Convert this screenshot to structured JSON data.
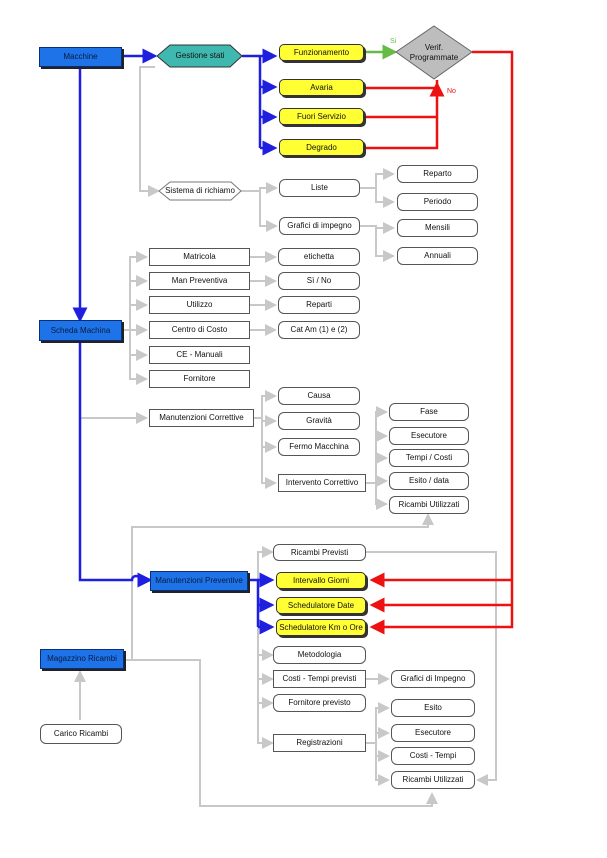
{
  "nodes": {
    "macchine": "Macchine",
    "gestione_stati": "Gestione stati",
    "funzionamento": "Funzionamento",
    "avaria": "Avaria",
    "fuori_servizio": "Fuori Servizio",
    "degrado": "Degrado",
    "verif_programmate_line1": "Verif.",
    "verif_programmate_line2": "Programmate",
    "si_label": "Si",
    "no_label": "No",
    "sistema_richiamo": "Sistema di richiamo",
    "liste": "Liste",
    "reparto": "Reparto",
    "periodo": "Periodo",
    "grafici_impegno_top": "Grafici di impegno",
    "mensili": "Mensili",
    "annuali": "Annuali",
    "scheda_machina": "Scheda Machina",
    "matricola": "Matricola",
    "etichetta": "etichetta",
    "man_preventiva": "Man Preventiva",
    "si_no": "Sì / No",
    "utilizzo": "Utilizzo",
    "reparti": "Reparti",
    "centro_costo": "Centro di Costo",
    "cat_am": "Cat Am (1) e (2)",
    "ce_manuali": "CE - Manuali",
    "fornitore": "Fornitore",
    "manutenzioni_correttive": "Manutenzioni Correttive",
    "causa": "Causa",
    "gravita": "Gravità",
    "fermo_macchina": "Fermo Macchina",
    "intervento_correttivo": "Intervento Correttivo",
    "fase": "Fase",
    "esecutore_top": "Esecutore",
    "tempi_costi": "Tempi / Costi",
    "esito_data": "Esito / data",
    "ricambi_utilizzati_top": "Ricambi Utilizzati",
    "manutenzioni_preventive": "Manutenzioni Preventive",
    "ricambi_previsti": "Ricambi Previsti",
    "intervallo_giorni": "Intervallo Giorni",
    "schedulatore_date": "Schedulatore Date",
    "schedulatore_km_ore": "Schedulatore Km o Ore",
    "metodologia": "Metodologia",
    "costi_tempi_previsti": "Costi - Tempi previsti",
    "grafici_impegno_bottom": "Grafici di Impegno",
    "fornitore_previsto": "Fornitore previsto",
    "registrazioni": "Registrazioni",
    "esito": "Esito",
    "esecutore_bottom": "Esecutore",
    "costi_tempi": "Costi - Tempi",
    "ricambi_utilizzati_bottom": "Ricambi Utilizzati",
    "magazzino_ricambi": "Magazzino Ricambi",
    "carico_ricambi": "Carico Ricambi"
  },
  "colors": {
    "blue_node": "#1e73e8",
    "teal_node": "#3fb8b0",
    "yellow_node": "#ffff33",
    "blue_line": "#1f1fe0",
    "red_line": "#ee1111",
    "green_line": "#66bb44",
    "gray_line": "#c8c8c8"
  }
}
